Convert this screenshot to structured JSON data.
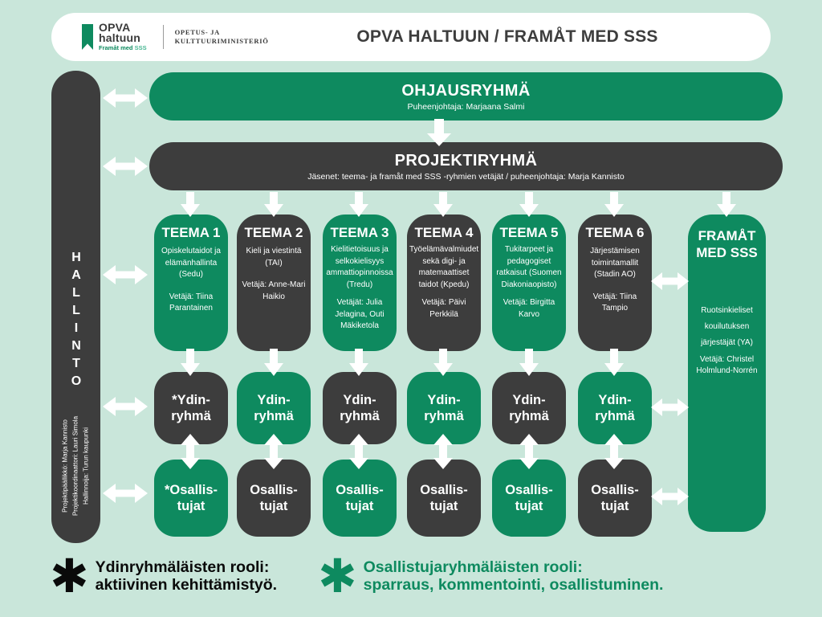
{
  "colors": {
    "background": "#C9E6DA",
    "brand_green": "#0E8A5F",
    "brand_green_light": "#4AB793",
    "dark_gray": "#3D3D3D",
    "white": "#FFFFFF",
    "legend_black": "#0A0A0A"
  },
  "header": {
    "logo": {
      "name_line1": "OPVA",
      "name_line2": "haltuun",
      "tagline": "Framåt med",
      "tagline_accent": "SSS"
    },
    "ministry_line1": "OPETUS- JA",
    "ministry_line2": "KULTTUURIMINISTERIÖ",
    "title": "OPVA HALTUUN / FRAMÅT MED SSS"
  },
  "hallinto": {
    "title": "HALLINTO",
    "roles": [
      "Projektipäällikkö: Marja Kannisto",
      "Projektikoordinaattori: Lauri Simola",
      "Hallinnoija: Turun kaupunki"
    ]
  },
  "ohjausryhma": {
    "title": "OHJAUSRYHMÄ",
    "subtitle": "Puheenjohtaja: Marjaana Salmi"
  },
  "projektiryhma": {
    "title": "PROJEKTIRYHMÄ",
    "subtitle": "Jäsenet: teema- ja framåt med SSS -ryhmien vetäjät / puheenjohtaja: Marja Kannisto"
  },
  "teemat": [
    {
      "title": "TEEMA 1",
      "description": "Opiskelutaidot ja elämänhallinta (Sedu)",
      "leader": "Vetäjä: Tiina Parantainen",
      "color": "green"
    },
    {
      "title": "TEEMA 2",
      "description": "Kieli ja viestintä (TAI)",
      "leader": "Vetäjä: Anne-Mari Haikio",
      "color": "dark"
    },
    {
      "title": "TEEMA 3",
      "description": "Kielitietoisuus ja selkokielisyys ammattiopinnoissa (Tredu)",
      "leader": "Vetäjät: Julia Jelagina, Outi Mäkiketola",
      "color": "green"
    },
    {
      "title": "TEEMA 4",
      "description": "Työelämävalmiudet sekä digi- ja matemaattiset taidot (Kpedu)",
      "leader": "Vetäjä: Päivi Perkkilä",
      "color": "dark"
    },
    {
      "title": "TEEMA 5",
      "description": "Tukitarpeet ja pedagogiset ratkaisut (Suomen Diakoniaopisto)",
      "leader": "Vetäjä: Birgitta Karvo",
      "color": "green"
    },
    {
      "title": "TEEMA 6",
      "description": "Järjestämisen toimintamallit (Stadin AO)",
      "leader": "Vetäjä: Tiina Tampio",
      "color": "dark"
    }
  ],
  "framat": {
    "title_line1": "FRAMÅT",
    "title_line2": "MED SSS",
    "description": "Ruotsinkieliset kouilutuksen järjestäjät (YA)",
    "leader": "Vetäjä: Christel Holmlund-Norrén"
  },
  "ydin_row": [
    {
      "line1": "*Ydin-",
      "line2": "ryhmä",
      "color": "dark"
    },
    {
      "line1": "Ydin-",
      "line2": "ryhmä",
      "color": "green"
    },
    {
      "line1": "Ydin-",
      "line2": "ryhmä",
      "color": "dark"
    },
    {
      "line1": "Ydin-",
      "line2": "ryhmä",
      "color": "green"
    },
    {
      "line1": "Ydin-",
      "line2": "ryhmä",
      "color": "dark"
    },
    {
      "line1": "Ydin-",
      "line2": "ryhmä",
      "color": "green"
    }
  ],
  "osallistujat_row": [
    {
      "line1": "*Osallis-",
      "line2": "tujat",
      "color": "green"
    },
    {
      "line1": "Osallis-",
      "line2": "tujat",
      "color": "dark"
    },
    {
      "line1": "Osallis-",
      "line2": "tujat",
      "color": "green"
    },
    {
      "line1": "Osallis-",
      "line2": "tujat",
      "color": "dark"
    },
    {
      "line1": "Osallis-",
      "line2": "tujat",
      "color": "green"
    },
    {
      "line1": "Osallis-",
      "line2": "tujat",
      "color": "dark"
    }
  ],
  "legend": [
    {
      "icon": "✱",
      "color": "black",
      "line1": "Ydinryhmäläisten rooli:",
      "line2": "aktiivinen kehittämistyö."
    },
    {
      "icon": "✱",
      "color": "green",
      "line1": "Osallistujaryhmäläisten rooli:",
      "line2": "sparraus, kommentointi, osallistuminen."
    }
  ]
}
